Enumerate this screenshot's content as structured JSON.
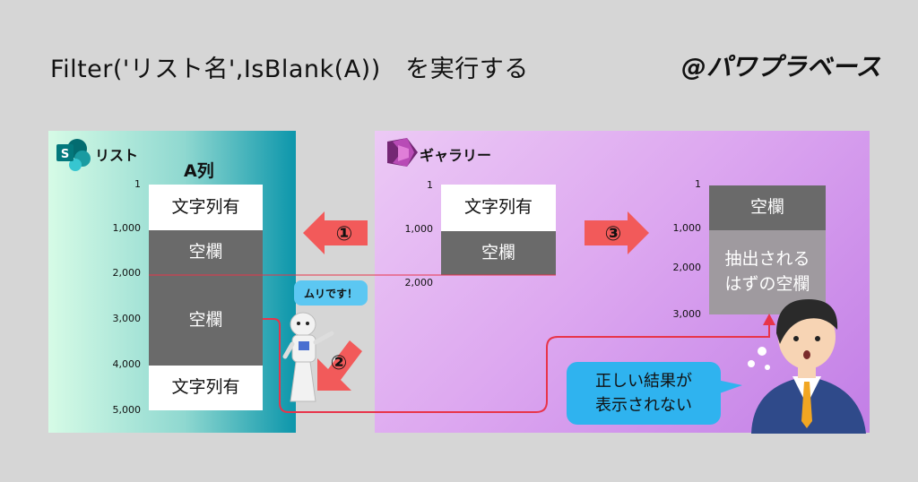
{
  "header": {
    "title": "Filter('リスト名',IsBlank(A))　を実行する",
    "brand": "@パワプラベース"
  },
  "list_panel": {
    "label": "リスト",
    "column_title": "A列",
    "ticks": [
      "1",
      "1,000",
      "2,000",
      "3,000",
      "4,000",
      "5,000"
    ],
    "cells": [
      {
        "text": "文字列有"
      },
      {
        "text": "空欄"
      },
      {
        "text": "空欄"
      },
      {
        "text": "文字列有"
      }
    ]
  },
  "gallery_panel": {
    "label": "ギャラリー",
    "ticks": [
      "1",
      "1,000",
      "2,000"
    ],
    "cells": [
      {
        "text": "文字列有"
      },
      {
        "text": "空欄"
      }
    ]
  },
  "result": {
    "ticks": [
      "1",
      "1,000",
      "2,000",
      "3,000"
    ],
    "cells": [
      {
        "text": "空欄"
      },
      {
        "line1": "抽出される",
        "line2": "はずの空欄"
      }
    ]
  },
  "steps": {
    "one": "①",
    "two": "②",
    "three": "③"
  },
  "robot_speech": "ムリです！",
  "person_bubble": {
    "line1": "正しい結果が",
    "line2": "表示されない"
  },
  "colors": {
    "arrow": "#f25a5a",
    "connector": "#e8344a",
    "bubble": "#2fb3ef"
  }
}
